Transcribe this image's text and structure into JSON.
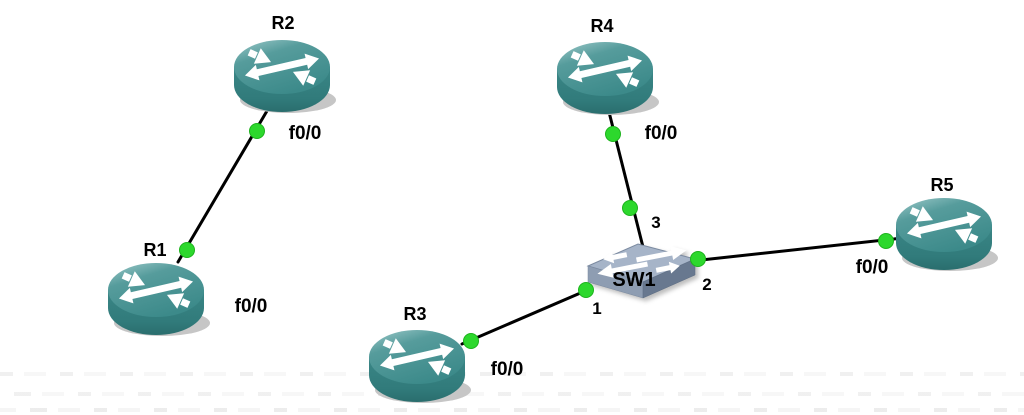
{
  "diagram": {
    "type": "network-topology",
    "background": "#ffffff",
    "colors": {
      "router_top": "#408d8d",
      "router_top_highlight": "#9ecaca",
      "router_body": "#347e7e",
      "switch_top": "#a6b4c8",
      "switch_front": "#8e9db2",
      "switch_side": "#68788f",
      "link": "#000000",
      "status_up_dot": "#2dd82d",
      "label_text": "#000000",
      "shadow": "#c6c6c6"
    },
    "nodes": [
      {
        "label": "R2",
        "type": "router"
      },
      {
        "label": "R1",
        "type": "router"
      },
      {
        "label": "R4",
        "type": "router"
      },
      {
        "label": "R3",
        "type": "router"
      },
      {
        "label": "R5",
        "type": "router"
      },
      {
        "label": "SW1",
        "type": "switch"
      }
    ],
    "interfaces": {
      "r2": "f0/0",
      "r1": "f0/0",
      "r4": "f0/0",
      "r3": "f0/0",
      "r5": "f0/0"
    },
    "switch_ports": {
      "to_r3": "1",
      "to_r5": "2",
      "to_r4": "3"
    },
    "links": [
      {
        "from": "R2",
        "from_interface": "f0/0",
        "to": "R1",
        "to_interface": "f0/0",
        "status": "up"
      },
      {
        "from": "R4",
        "from_interface": "f0/0",
        "to": "SW1",
        "to_port": "3",
        "status": "up"
      },
      {
        "from": "R3",
        "from_interface": "f0/0",
        "to": "SW1",
        "to_port": "1",
        "status": "up"
      },
      {
        "from": "R5",
        "from_interface": "f0/0",
        "to": "SW1",
        "to_port": "2",
        "status": "up"
      }
    ]
  }
}
